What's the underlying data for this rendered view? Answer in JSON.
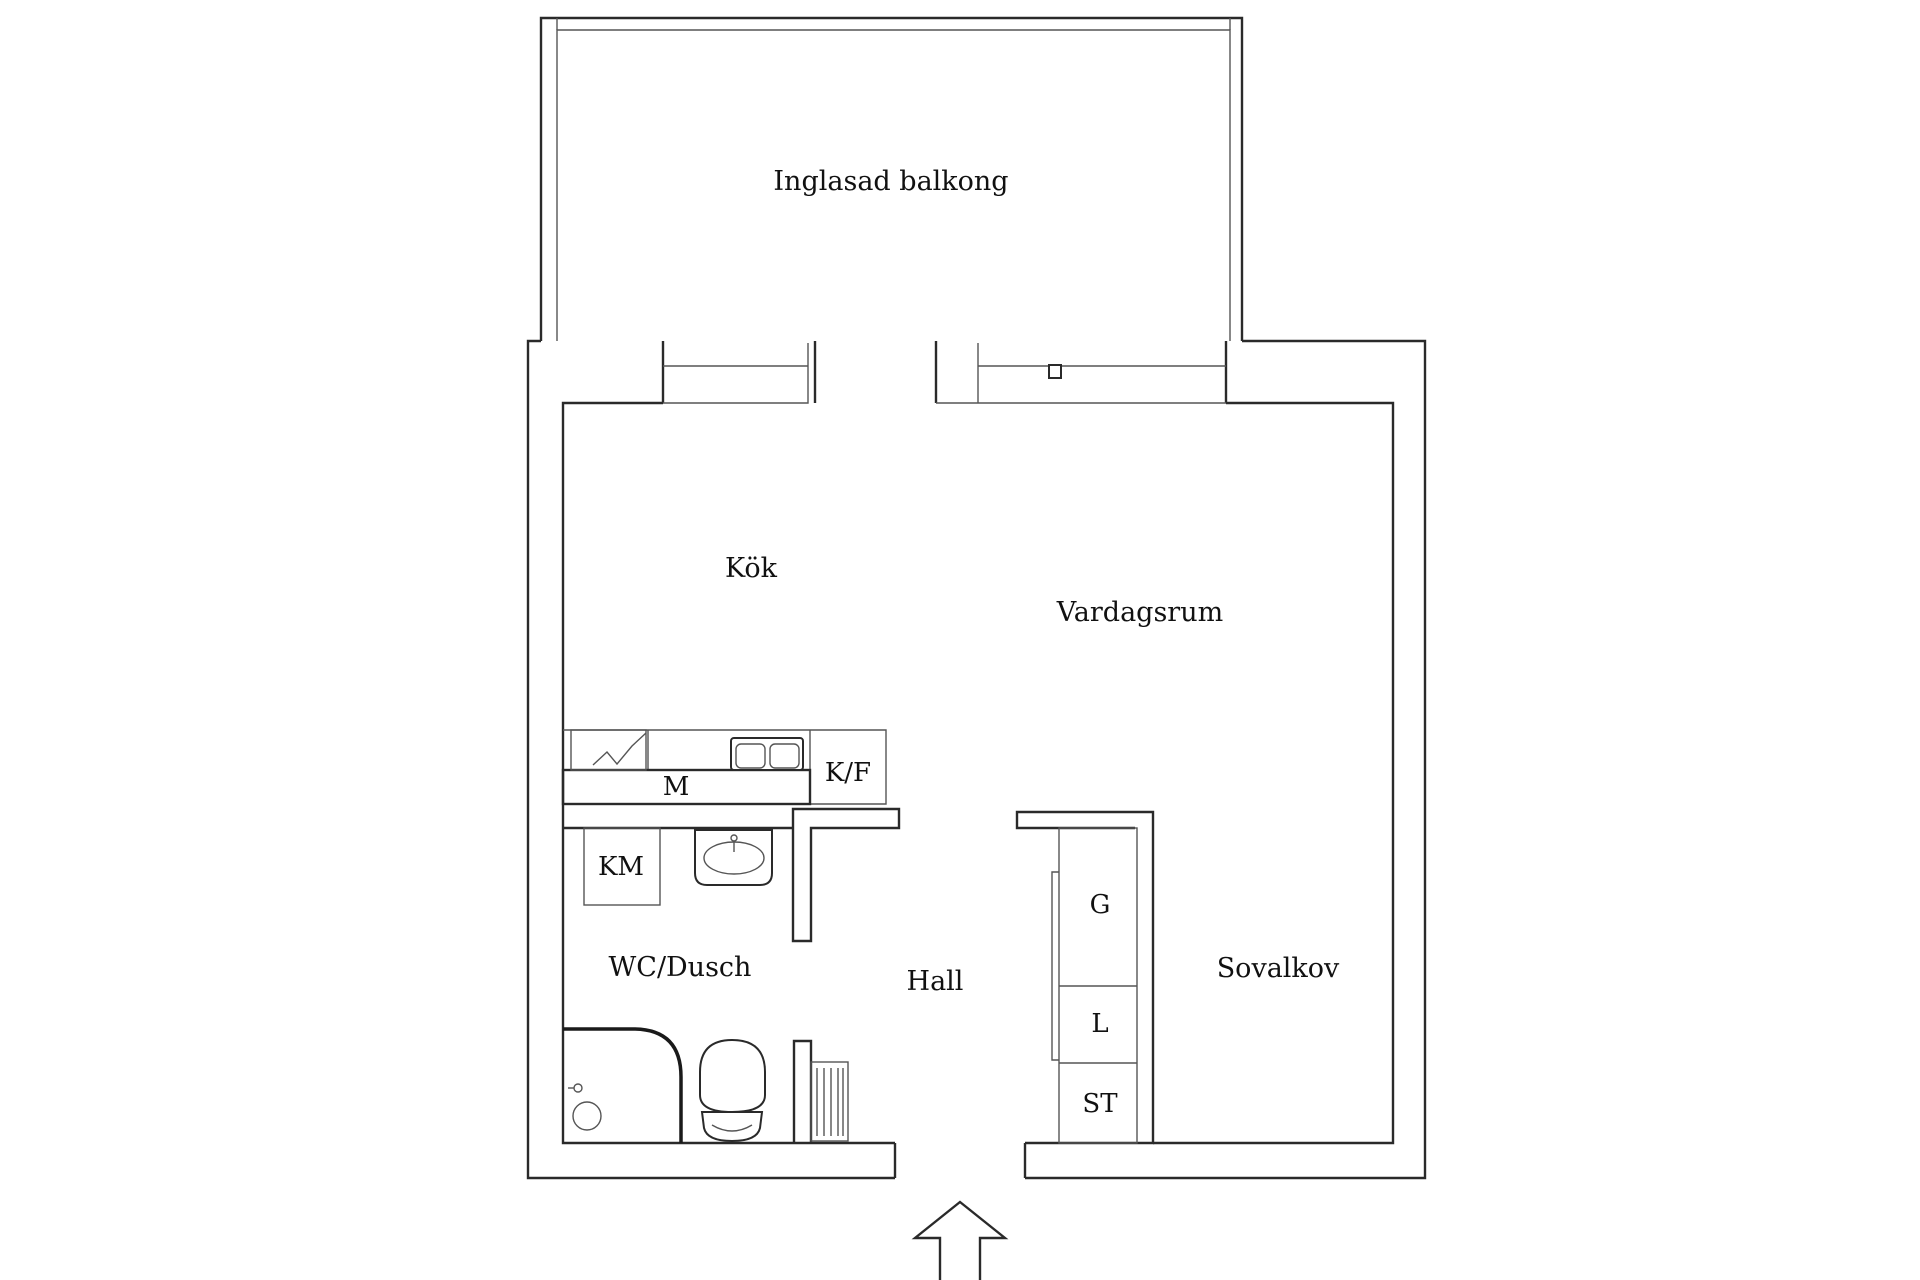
{
  "rooms": {
    "balcony": "Inglasad balkong",
    "kitchen": "Kök",
    "living_room": "Vardagsrum",
    "bathroom": "WC/Dusch",
    "hall": "Hall",
    "sleeping_alcove": "Sovalkov"
  },
  "fixtures": {
    "microwave": "M",
    "fridge_freezer": "K/F",
    "washing_machine": "KM",
    "wardrobe": "G",
    "linen_closet": "L",
    "cleaning_closet": "ST"
  },
  "icons": {
    "entrance": "entrance-arrow-icon",
    "sink": "sink-icon",
    "toilet": "toilet-icon",
    "shower": "shower-icon",
    "stove": "stove-icon",
    "kitchen_sink": "kitchen-sink-icon",
    "radiator": "radiator-icon"
  }
}
